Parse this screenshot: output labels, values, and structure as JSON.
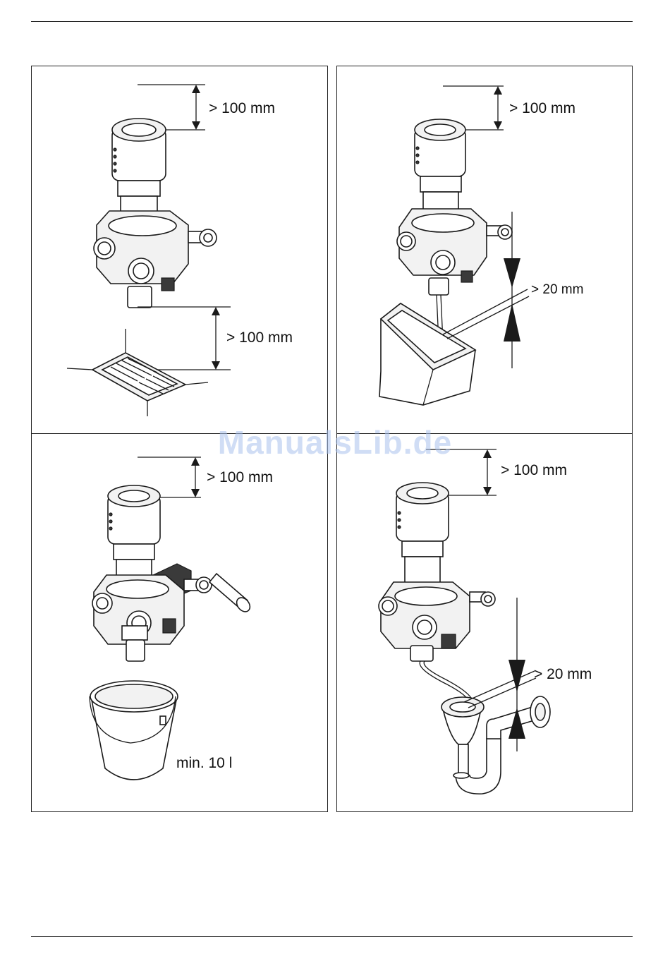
{
  "panels": {
    "top_left": {
      "dim_top": "> 100 mm",
      "dim_bottom": "> 100 mm"
    },
    "top_right": {
      "dim_top": "> 100 mm",
      "dim_gap": "> 20 mm"
    },
    "bottom_left": {
      "dim_top": "> 100 mm",
      "volume": "min. 10 l"
    },
    "bottom_right": {
      "dim_top": "> 100 mm",
      "dim_gap": "> 20 mm"
    }
  },
  "watermark": "ManualsLib.de"
}
